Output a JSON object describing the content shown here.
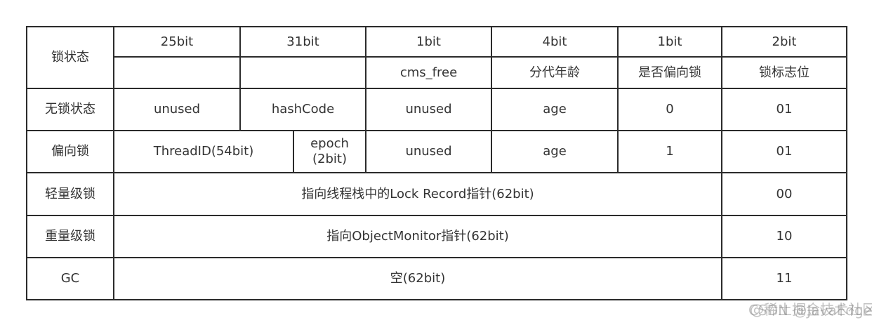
{
  "header": {
    "lock_state": "锁状态",
    "bits": [
      "25bit",
      "31bit",
      "1bit",
      "4bit",
      "1bit",
      "2bit"
    ],
    "fields": [
      "",
      "",
      "cms_free",
      "分代年龄",
      "是否偏向锁",
      "锁标志位"
    ]
  },
  "rows": {
    "unlocked": {
      "label": "无锁状态",
      "c1": "unused",
      "c2": "hashCode",
      "c3": "unused",
      "c4": "age",
      "c5": "0",
      "c6": "01"
    },
    "biased": {
      "label": "偏向锁",
      "thread": "ThreadID(54bit)",
      "epoch": "epoch (2bit)",
      "c3": "unused",
      "c4": "age",
      "c5": "1",
      "c6": "01"
    },
    "lightweight": {
      "label": "轻量级锁",
      "content": "指向线程栈中的Lock Record指针(62bit)",
      "flag": "00"
    },
    "heavyweight": {
      "label": "重量级锁",
      "content": "指向ObjectMonitor指针(62bit)",
      "flag": "10"
    },
    "gc": {
      "label": "GC",
      "content": "空(62bit)",
      "flag": "11"
    }
  },
  "watermarks": [
    "@稀土掘金技术社区",
    "CSDN @JavaEdge."
  ]
}
